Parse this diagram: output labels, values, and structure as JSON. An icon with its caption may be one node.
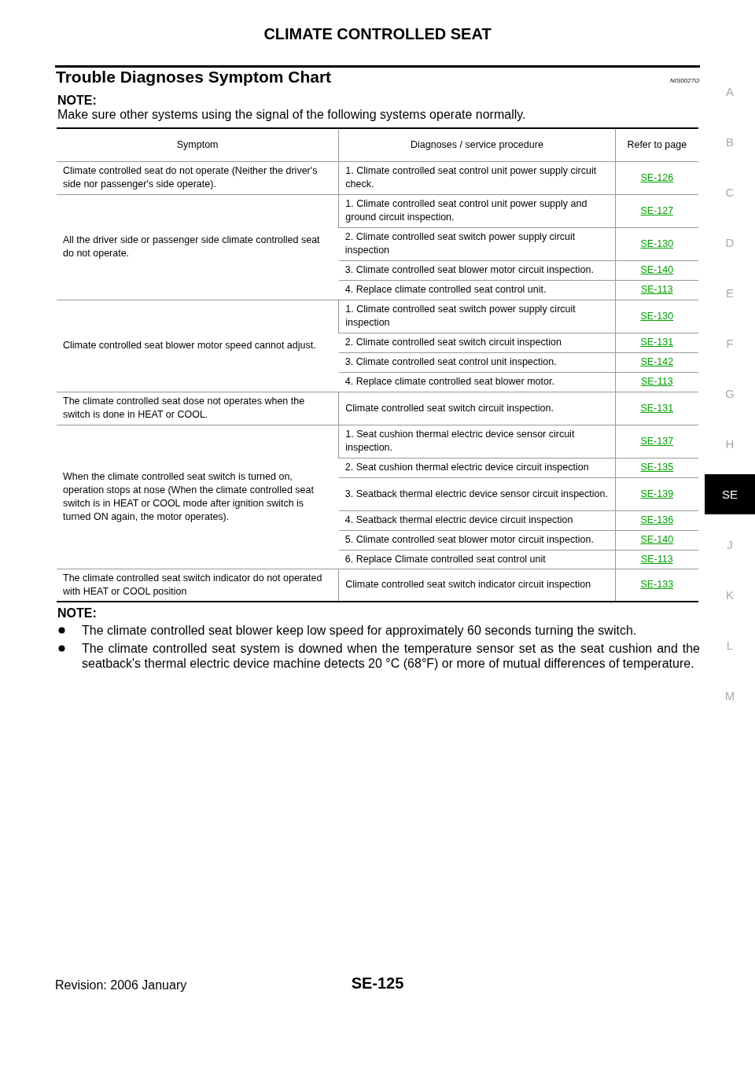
{
  "diagram": {
    "title": "Trouble Diagnoses Symptom Chart",
    "labels": [
      "CLIMATE CONTROLLED SEAT",
      "NIS0027O",
      "NOTE:",
      "Make sure other systems using the signal of the following systems operate normally.",
      "Symptom",
      "Diagnoses / service procedure",
      "Refer to page",
      "Climate controlled seat do not operate (Neither the driver's side nor passenger's side operate).",
      "1. Climate controlled seat control unit power supply circuit check.",
      "SE-126",
      "All the driver side or passenger side climate controlled seat do not operate.",
      "1. Climate controlled seat control unit power supply and ground circuit inspection.",
      "SE-127",
      "2. Climate controlled seat switch power supply circuit inspection",
      "SE-130",
      "3. Climate controlled seat blower motor circuit inspection.",
      "SE-140",
      "4. Replace climate controlled seat control unit.",
      "SE-113",
      "Climate controlled seat blower motor speed cannot adjust.",
      "1. Climate controlled seat switch power supply circuit inspection",
      "SE-130",
      "2. Climate controlled seat switch circuit inspection",
      "SE-131",
      "3. Climate controlled seat control unit inspection.",
      "SE-142",
      "4. Replace climate controlled seat blower motor.",
      "SE-113",
      "The climate controlled seat dose not operates when the switch is done in HEAT or COOL.",
      "Climate controlled seat switch circuit inspection.",
      "SE-131",
      "When the climate controlled seat switch is turned on, operation stops at nose (When the climate controlled seat switch is in HEAT or COOL mode after ignition switch is turned ON again, the motor operates).",
      "1. Seat cushion thermal electric device sensor circuit inspection.",
      "SE-137",
      "2. Seat cushion thermal electric device circuit inspection",
      "SE-135",
      "3. Seatback thermal electric device sensor circuit inspection.",
      "SE-139",
      "4. Seatback thermal electric device circuit inspection",
      "SE-136",
      "5. Climate controlled seat blower motor circuit inspection.",
      "SE-140",
      "6. Replace Climate controlled seat control unit",
      "SE-113",
      "The climate controlled seat switch indicator do not operated with HEAT or COOL position",
      "Climate controlled seat switch indicator circuit inspection",
      "SE-133",
      "NOTE:",
      "The climate controlled seat blower keep low speed for approximately 60 seconds turning the switch.",
      "The climate controlled seat system is downed when the temperature sensor set as the seat cushion and the seatback's thermal electric device machine detects 20 °C (68°F) or more of mutual differences of temperature.",
      "A",
      "B",
      "C",
      "D",
      "E",
      "F",
      "G",
      "H",
      "SE",
      "J",
      "K",
      "L",
      "M",
      "Revision: 2006 January",
      "SE-125"
    ]
  }
}
